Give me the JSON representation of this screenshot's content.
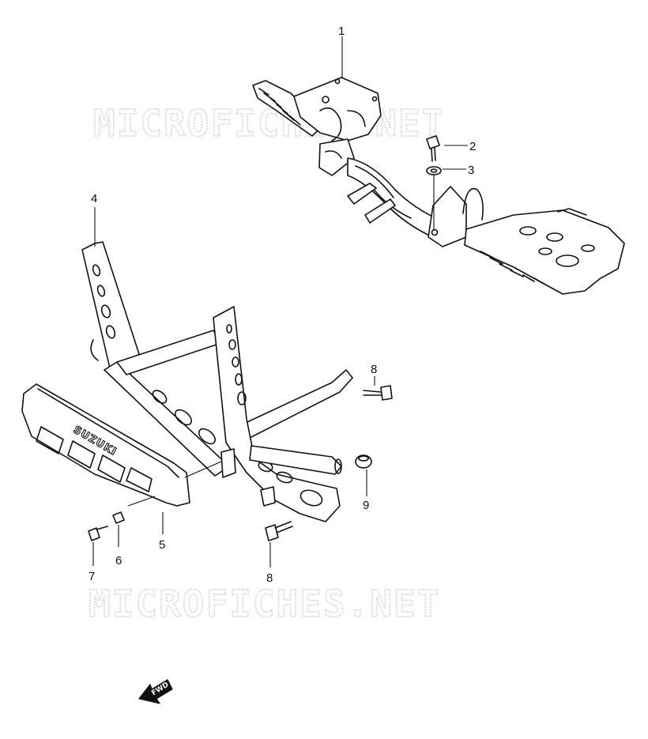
{
  "watermark": {
    "text_top": "MICROFICHES.NET",
    "text_bottom": "MICROFICHES.NET"
  },
  "callouts": {
    "c1": "1",
    "c2": "2",
    "c3": "3",
    "c4": "4",
    "c5": "5",
    "c6": "6",
    "c7": "7",
    "c8a": "8",
    "c8b": "8",
    "c9": "9"
  },
  "brand_text": "SUZUKI",
  "fwd_label": "FWD"
}
